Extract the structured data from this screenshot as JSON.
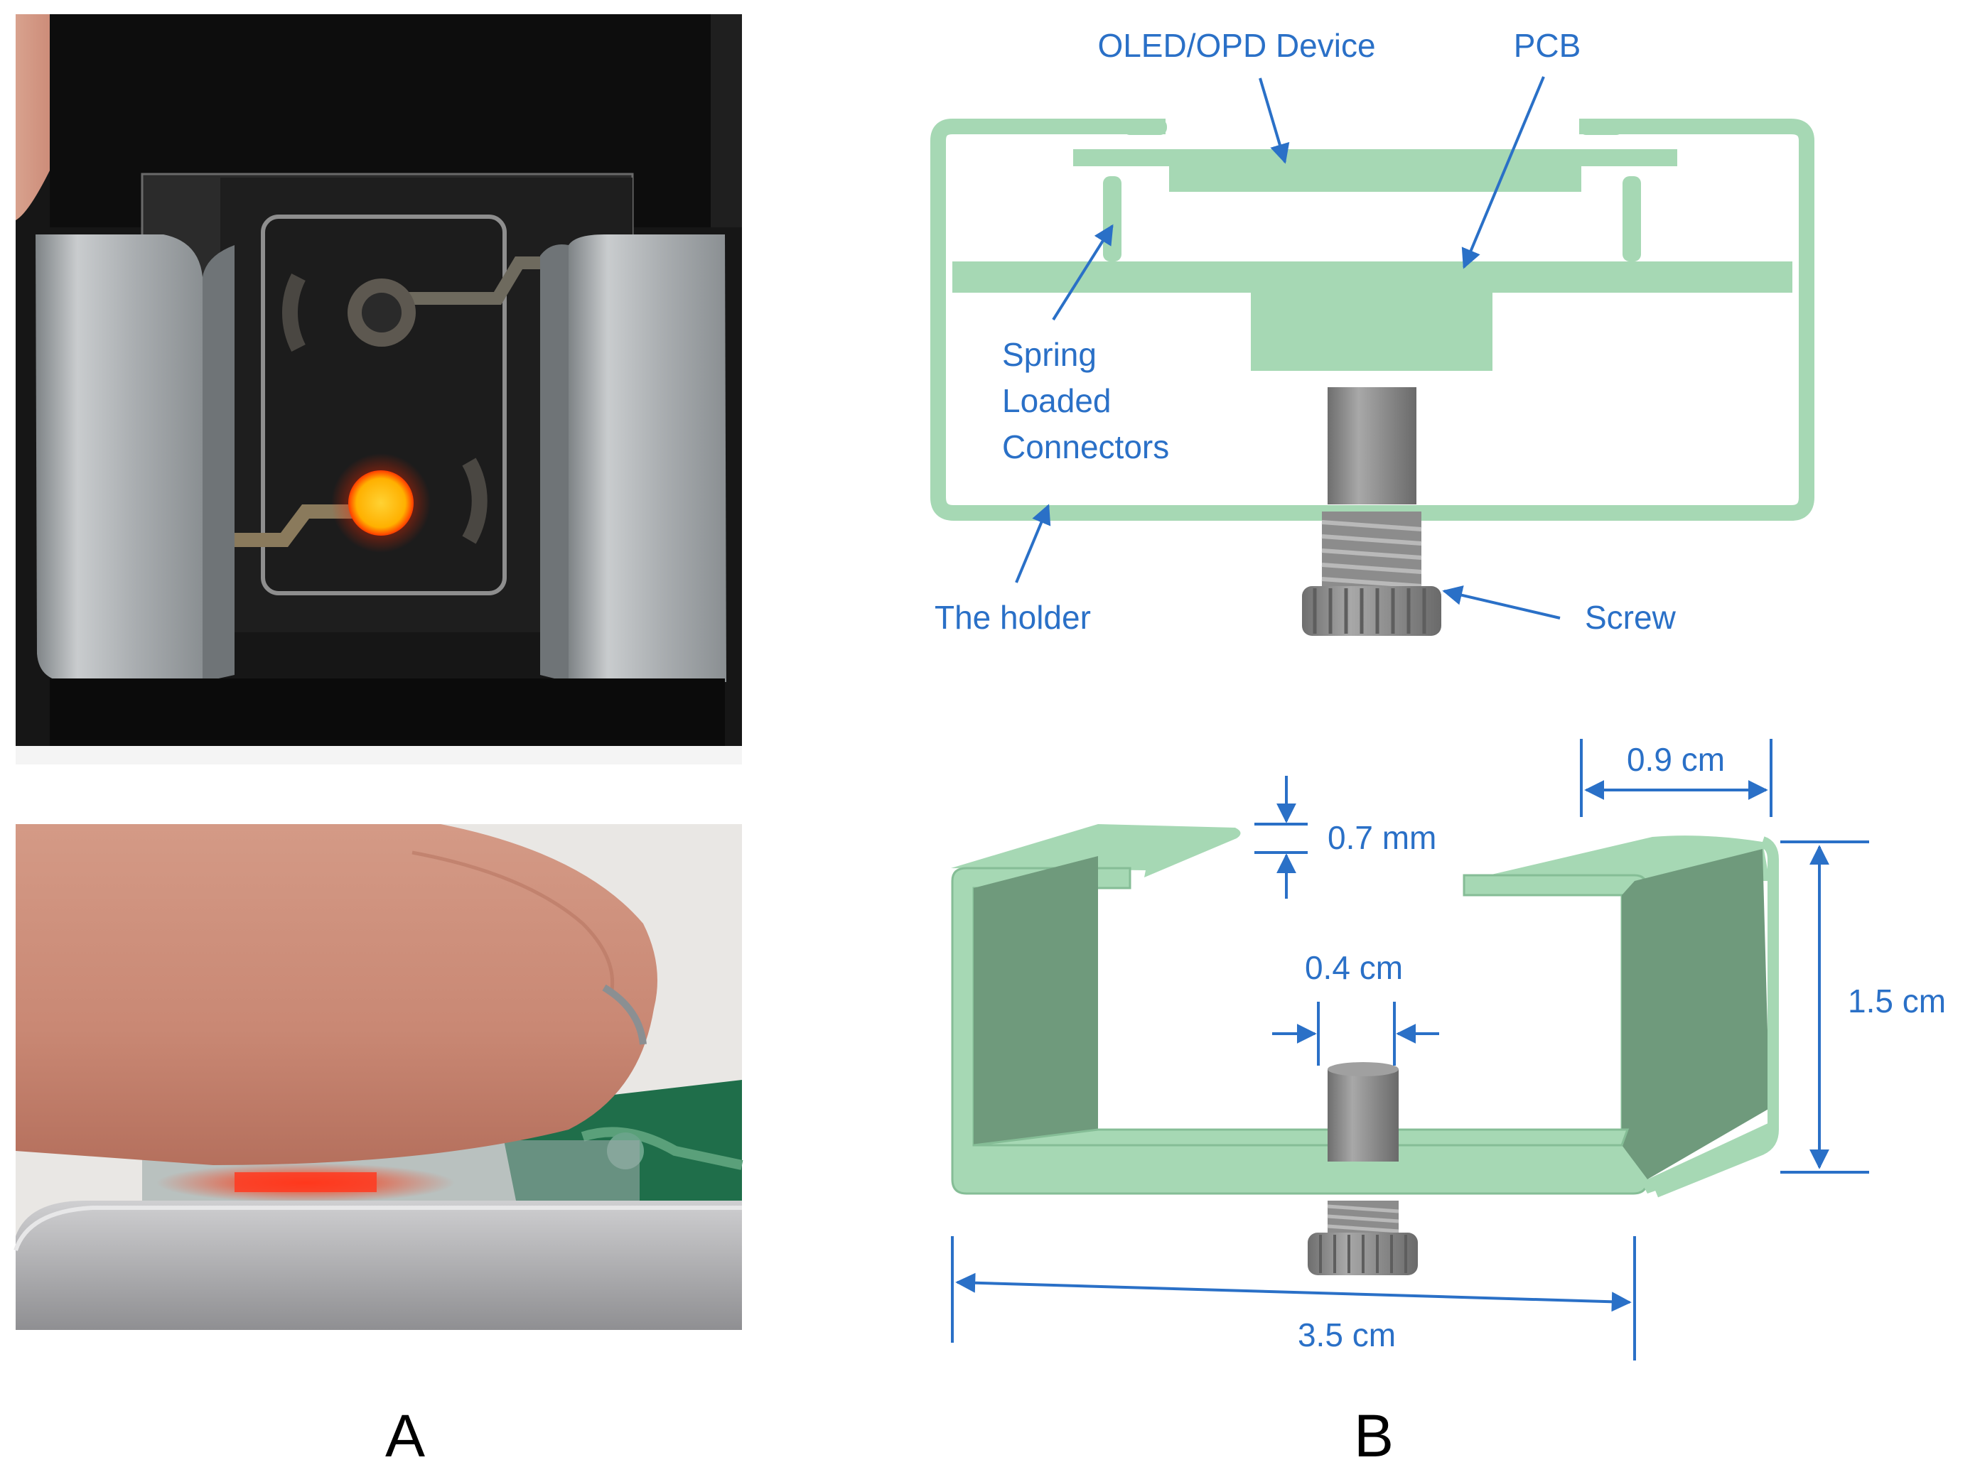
{
  "colors": {
    "label_blue": "#2a70c7",
    "holder_green": "#a6d8b4",
    "holder_green_dark": "#6f9a7c",
    "holder_outline": "#85bd96",
    "screw_gray": "#8c8c8c",
    "led_red": "#ff2a00",
    "led_core": "#ffc21a"
  },
  "panel_a": {
    "letter": "A",
    "photo_top": "device-in-holder-photo",
    "photo_bottom": "finger-on-sensor-photo"
  },
  "panel_b": {
    "letter": "B",
    "top": {
      "labels": {
        "device": "OLED/OPD Device",
        "pcb": "PCB",
        "spring_line1": "Spring",
        "spring_line2": "Loaded",
        "spring_line3": "Connectors",
        "holder": "The holder",
        "screw": "Screw"
      }
    },
    "bottom": {
      "dimensions": {
        "thickness": "0.7 mm",
        "opening_width": "0.9 cm",
        "post_width": "0.4 cm",
        "height": "1.5 cm",
        "total_width": "3.5 cm"
      }
    }
  }
}
